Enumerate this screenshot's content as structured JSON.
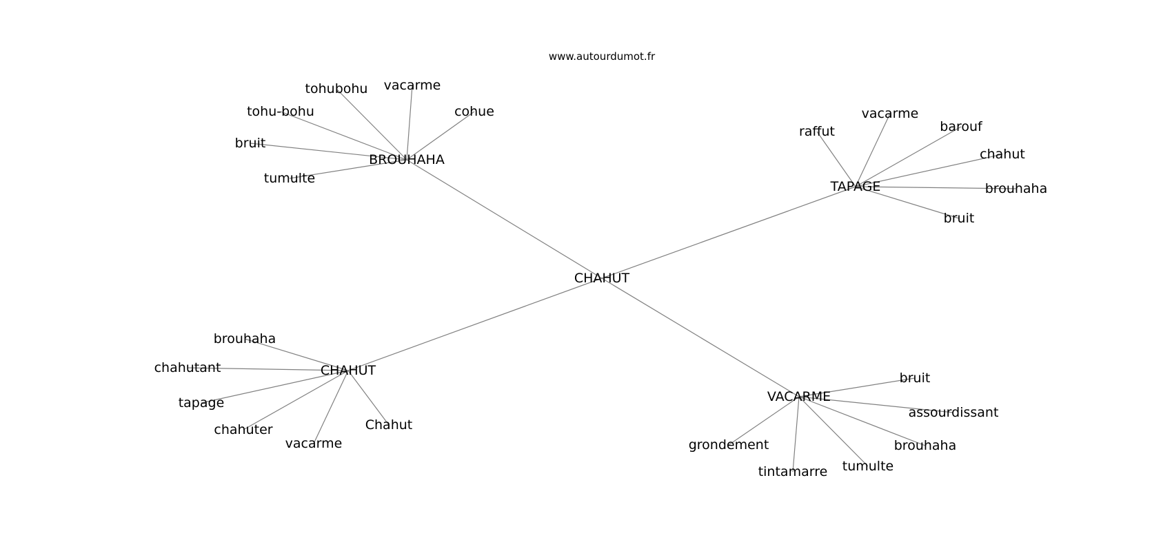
{
  "source": "www.autourdumot.fr",
  "graph": {
    "center": "CHAHUT",
    "groups": [
      {
        "label": "BROUHAHA",
        "words": [
          "tohubohu",
          "vacarme",
          "cohue",
          "tohu-bohu",
          "bruit",
          "tumulte"
        ]
      },
      {
        "label": "TAPAGE",
        "words": [
          "raffut",
          "vacarme",
          "barouf",
          "chahut",
          "brouhaha",
          "bruit"
        ]
      },
      {
        "label": "CHAHUT",
        "words": [
          "brouhaha",
          "chahutant",
          "tapage",
          "chahuter",
          "vacarme",
          "Chahut"
        ]
      },
      {
        "label": "VACARME",
        "words": [
          "bruit",
          "assourdissant",
          "brouhaha",
          "tumulte",
          "tintamarre",
          "grondement"
        ]
      }
    ]
  }
}
